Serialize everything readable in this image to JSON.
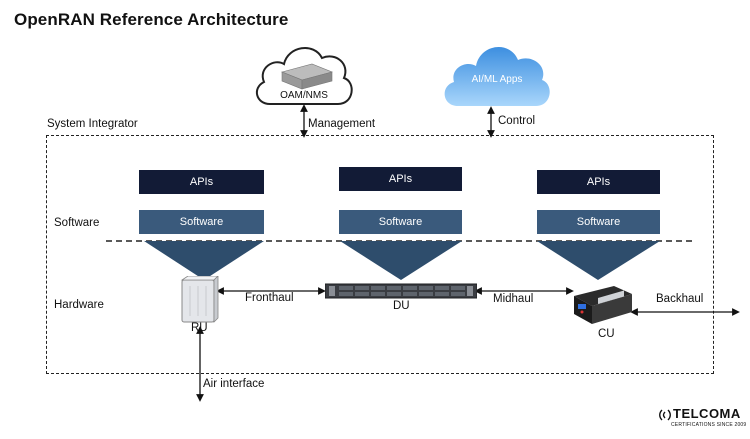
{
  "title": "OpenRAN Reference Architecture",
  "clouds": {
    "oam": "OAM/NMS",
    "aiml": "AI/ML Apps"
  },
  "links": {
    "management": "Management",
    "control": "Control",
    "fronthaul": "Fronthaul",
    "midhaul": "Midhaul",
    "backhaul": "Backhaul",
    "air_interface": "Air interface"
  },
  "layers": {
    "system_integrator": "System Integrator",
    "software": "Software",
    "hardware": "Hardware"
  },
  "columns": [
    {
      "apis": "APIs",
      "software": "Software",
      "node": "RU"
    },
    {
      "apis": "APIs",
      "software": "Software",
      "node": "DU"
    },
    {
      "apis": "APIs",
      "software": "Software",
      "node": "CU"
    }
  ],
  "logo": {
    "name": "TELCOMA",
    "tagline": "CERTIFICATIONS SINCE 2009"
  },
  "colors": {
    "apis_box": "#121b36",
    "software_box": "#3a5a7c",
    "triangle": "#2e4d6c",
    "ai_cloud": "#7bbcf2"
  }
}
